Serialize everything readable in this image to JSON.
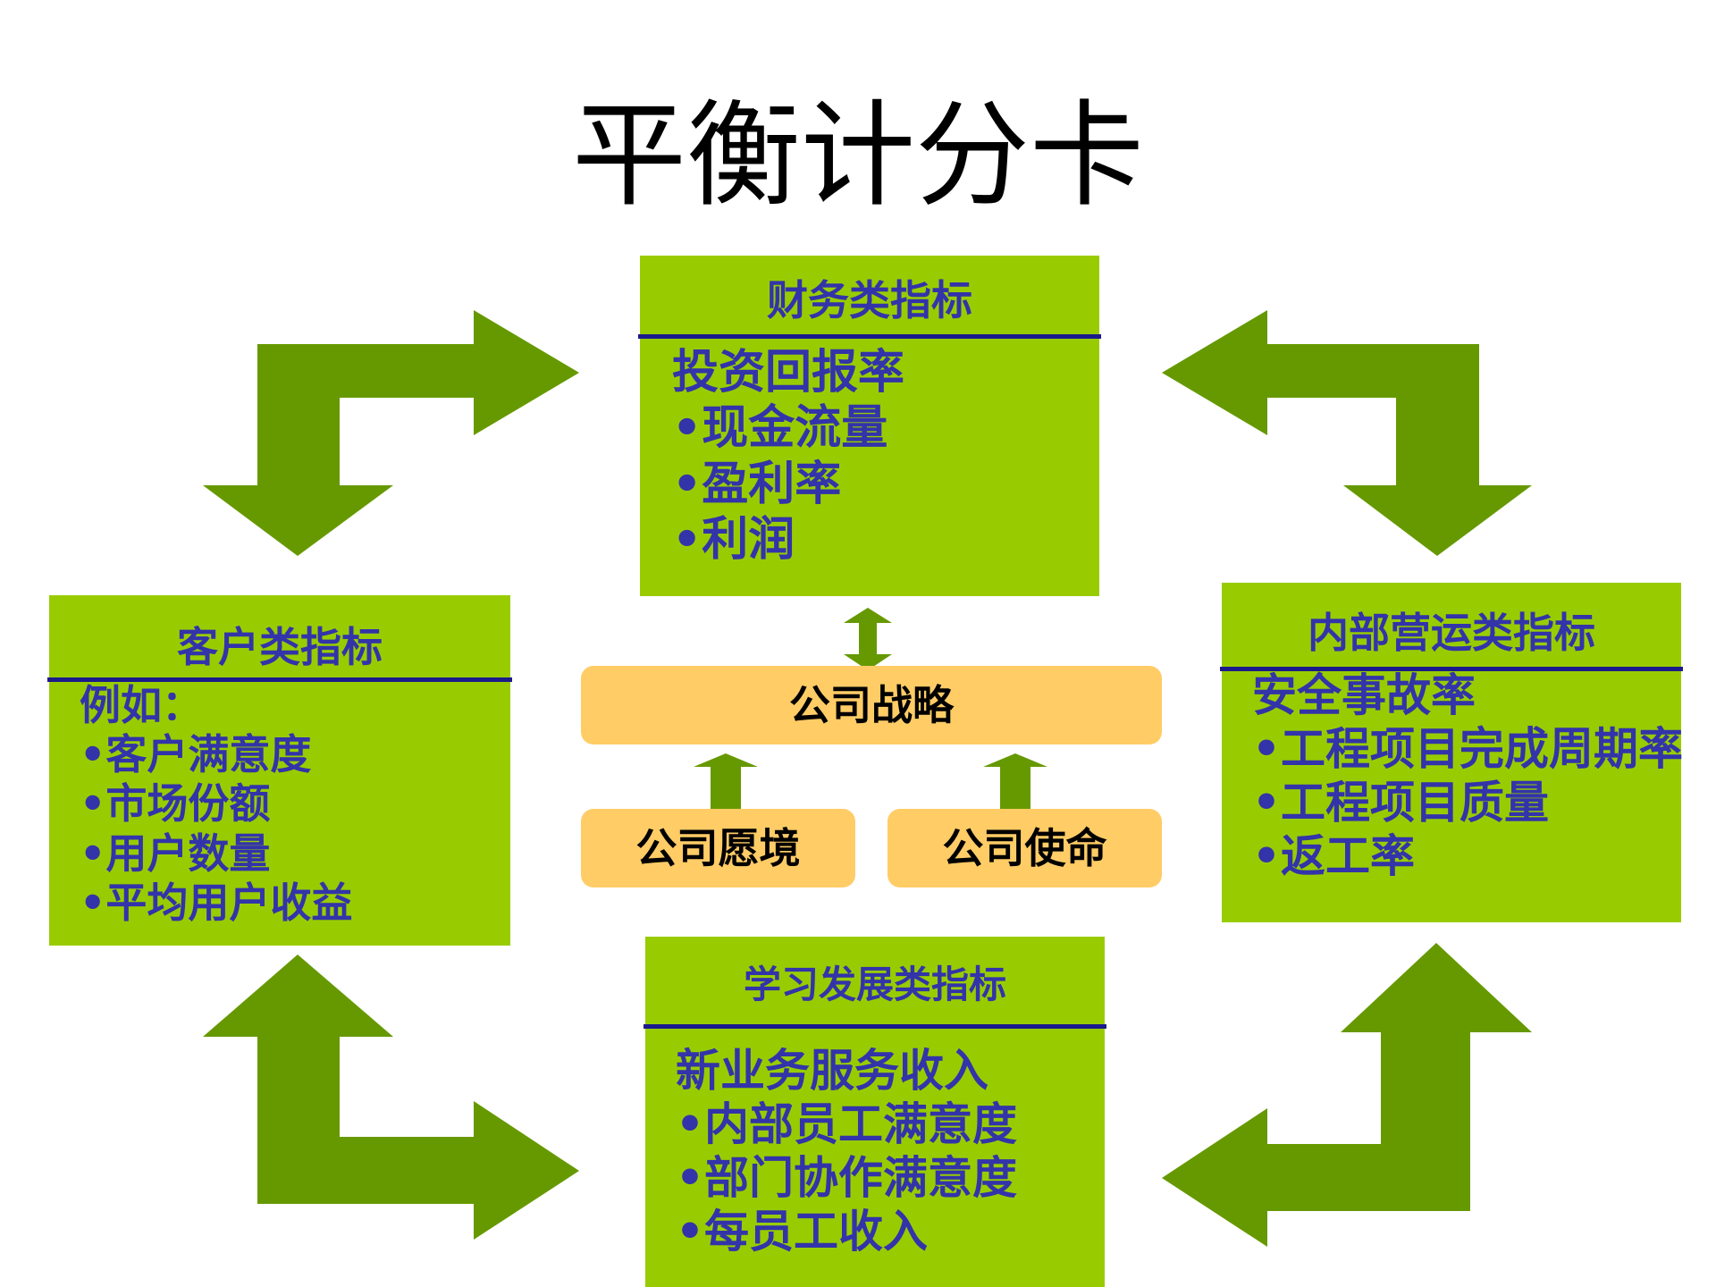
{
  "title": "平衡计分卡",
  "colors": {
    "box": "#99cc00",
    "arrow": "#669900",
    "text": "#3333aa",
    "rule": "#1a1a8c",
    "pill": "#ffcc66"
  },
  "finance": {
    "heading": "财务类指标",
    "items": [
      "投资回报率",
      "•现金流量",
      "•盈利率",
      "•利润"
    ]
  },
  "customer": {
    "heading": "客户类指标",
    "items": [
      "例如：",
      "•客户满意度",
      "•市场份额",
      "•用户数量",
      "•平均用户收益"
    ]
  },
  "internal": {
    "heading": "内部营运类指标",
    "items": [
      "安全事故率",
      "•工程项目完成周期率",
      "•工程项目质量",
      "•返工率"
    ]
  },
  "learning": {
    "heading": "学习发展类指标",
    "items": [
      "新业务服务收入",
      "•内部员工满意度",
      "•部门协作满意度",
      "•每员工收入"
    ]
  },
  "center": {
    "strategy": "公司战略",
    "vision": "公司愿境",
    "mission": "公司使命"
  }
}
